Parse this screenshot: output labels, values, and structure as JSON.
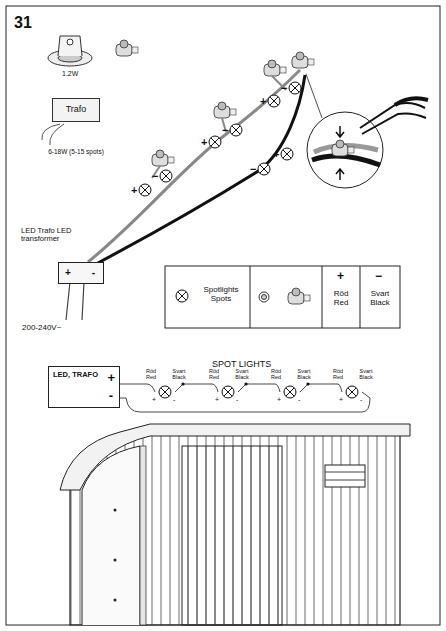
{
  "diagram": {
    "nodes": [
      {
        "text": [
          "LED, TRAFO",
          "+",
          "-"
        ]
      },
      {
        "text": [
          "Trafo"
        ]
      },
      {
        "text": [
          "LED Trafo LED transformer",
          "+",
          "-"
        ]
      }
    ],
    "labels": [
      "31",
      "1.2W",
      "6-18W (5-15 spots)",
      "200-240V~",
      "+",
      "−",
      "+",
      "−",
      "+",
      "−",
      "−",
      "+",
      "+",
      "−",
      "SPOT LIGHTS",
      "Röd Red",
      "Svart Black",
      "+",
      "-",
      "Röd Red",
      "Svart Black",
      "+",
      "-",
      "Röd Red",
      "Svart Black",
      "+",
      "-",
      "Röd Red",
      "Svart Black",
      "+",
      "-"
    ],
    "legend": [
      {
        "text": "Spotlights Spots"
      },
      {
        "text": "Röd Red"
      },
      {
        "text": "Svart Black"
      }
    ]
  }
}
